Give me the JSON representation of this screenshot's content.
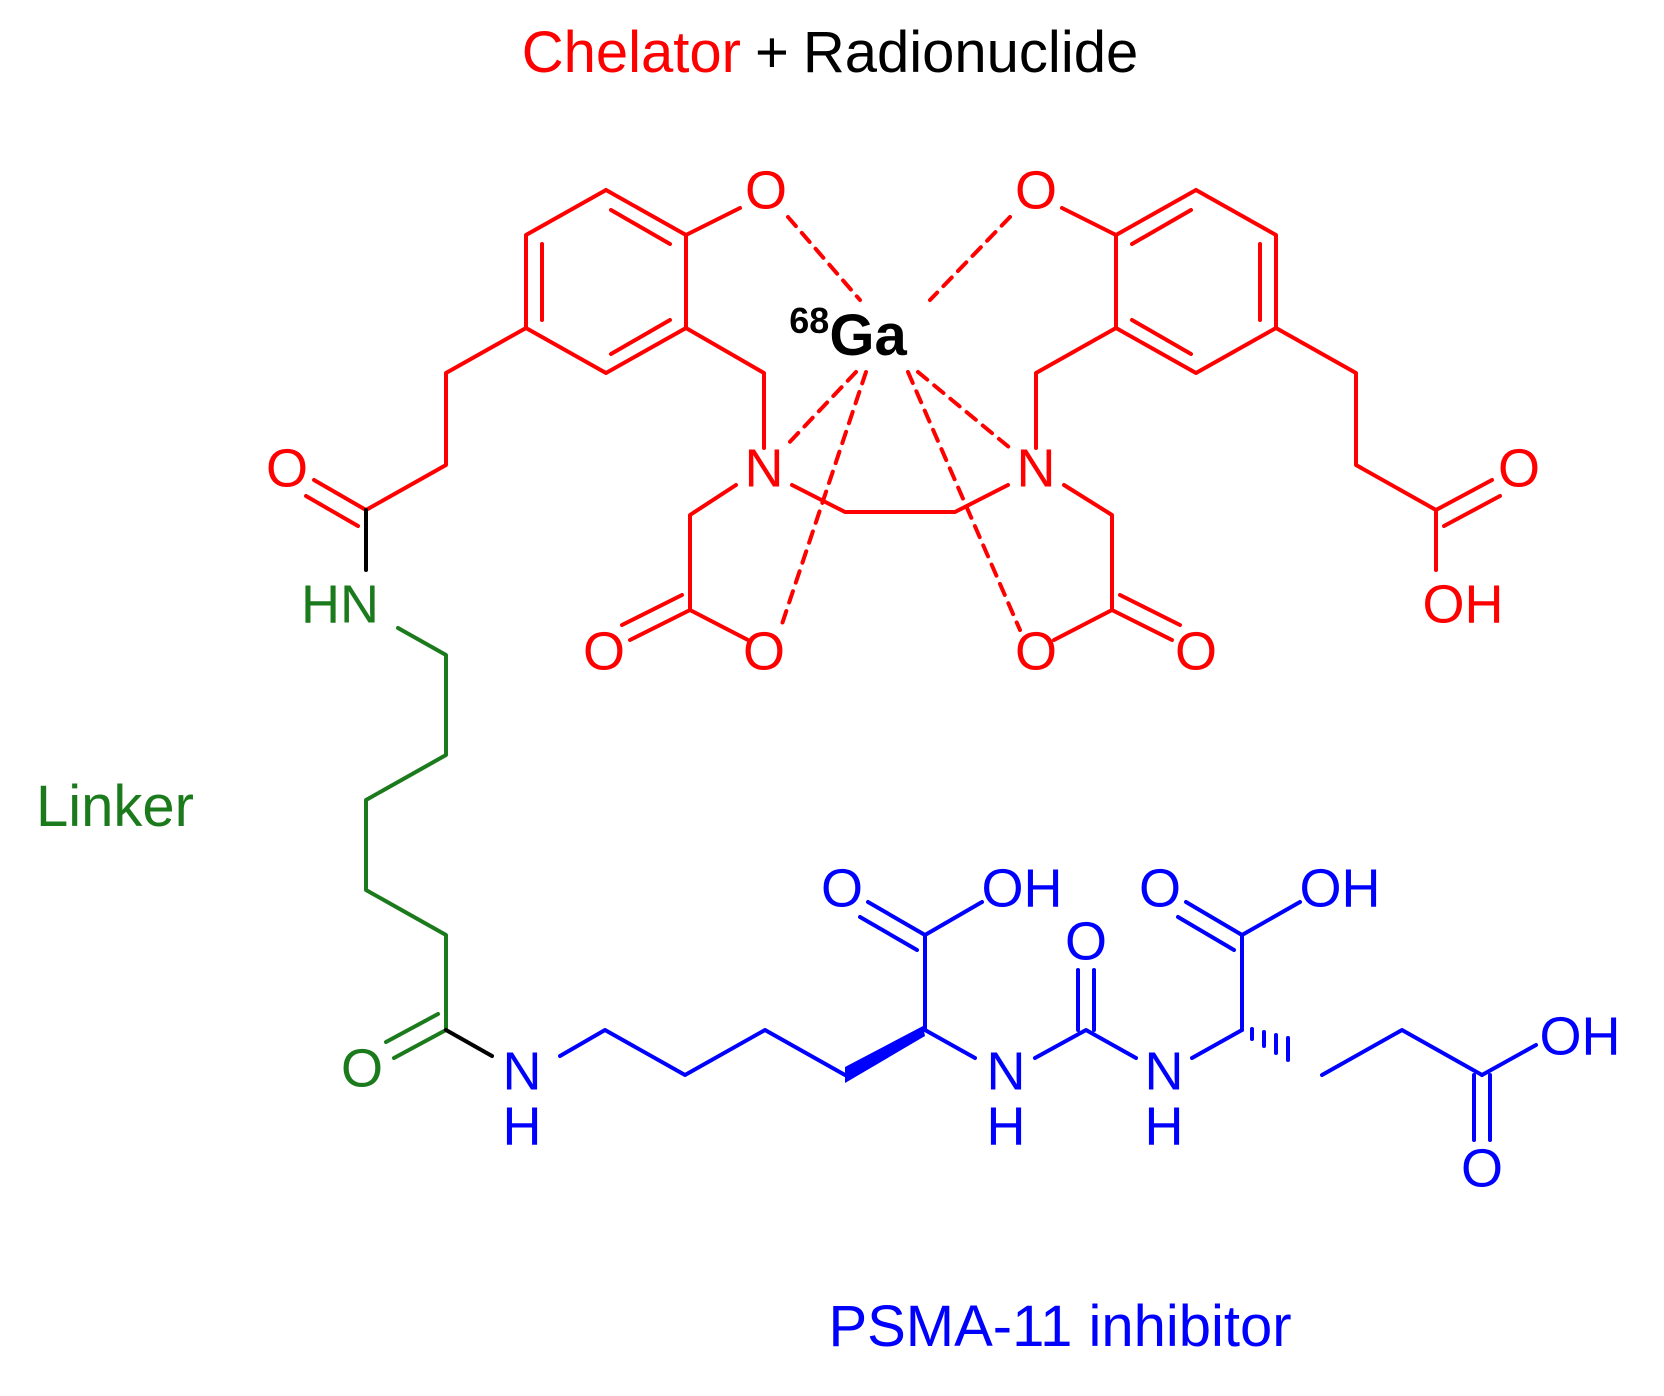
{
  "title": {
    "chelator": "Chelator",
    "plus": "+",
    "radionuclide": "Radionuclide"
  },
  "labels": {
    "linker": "Linker",
    "inhibitor": "PSMA-11 inhibitor"
  },
  "metal": {
    "mass": "68",
    "symbol": "Ga"
  },
  "atoms": {
    "O": "O",
    "N": "N",
    "OH": "OH",
    "HN": "HN",
    "H": "H"
  },
  "colors": {
    "chelator": "#ff0000",
    "linker": "#1b7a1b",
    "inhibitor": "#0000ff",
    "radionuclide": "#000000"
  }
}
